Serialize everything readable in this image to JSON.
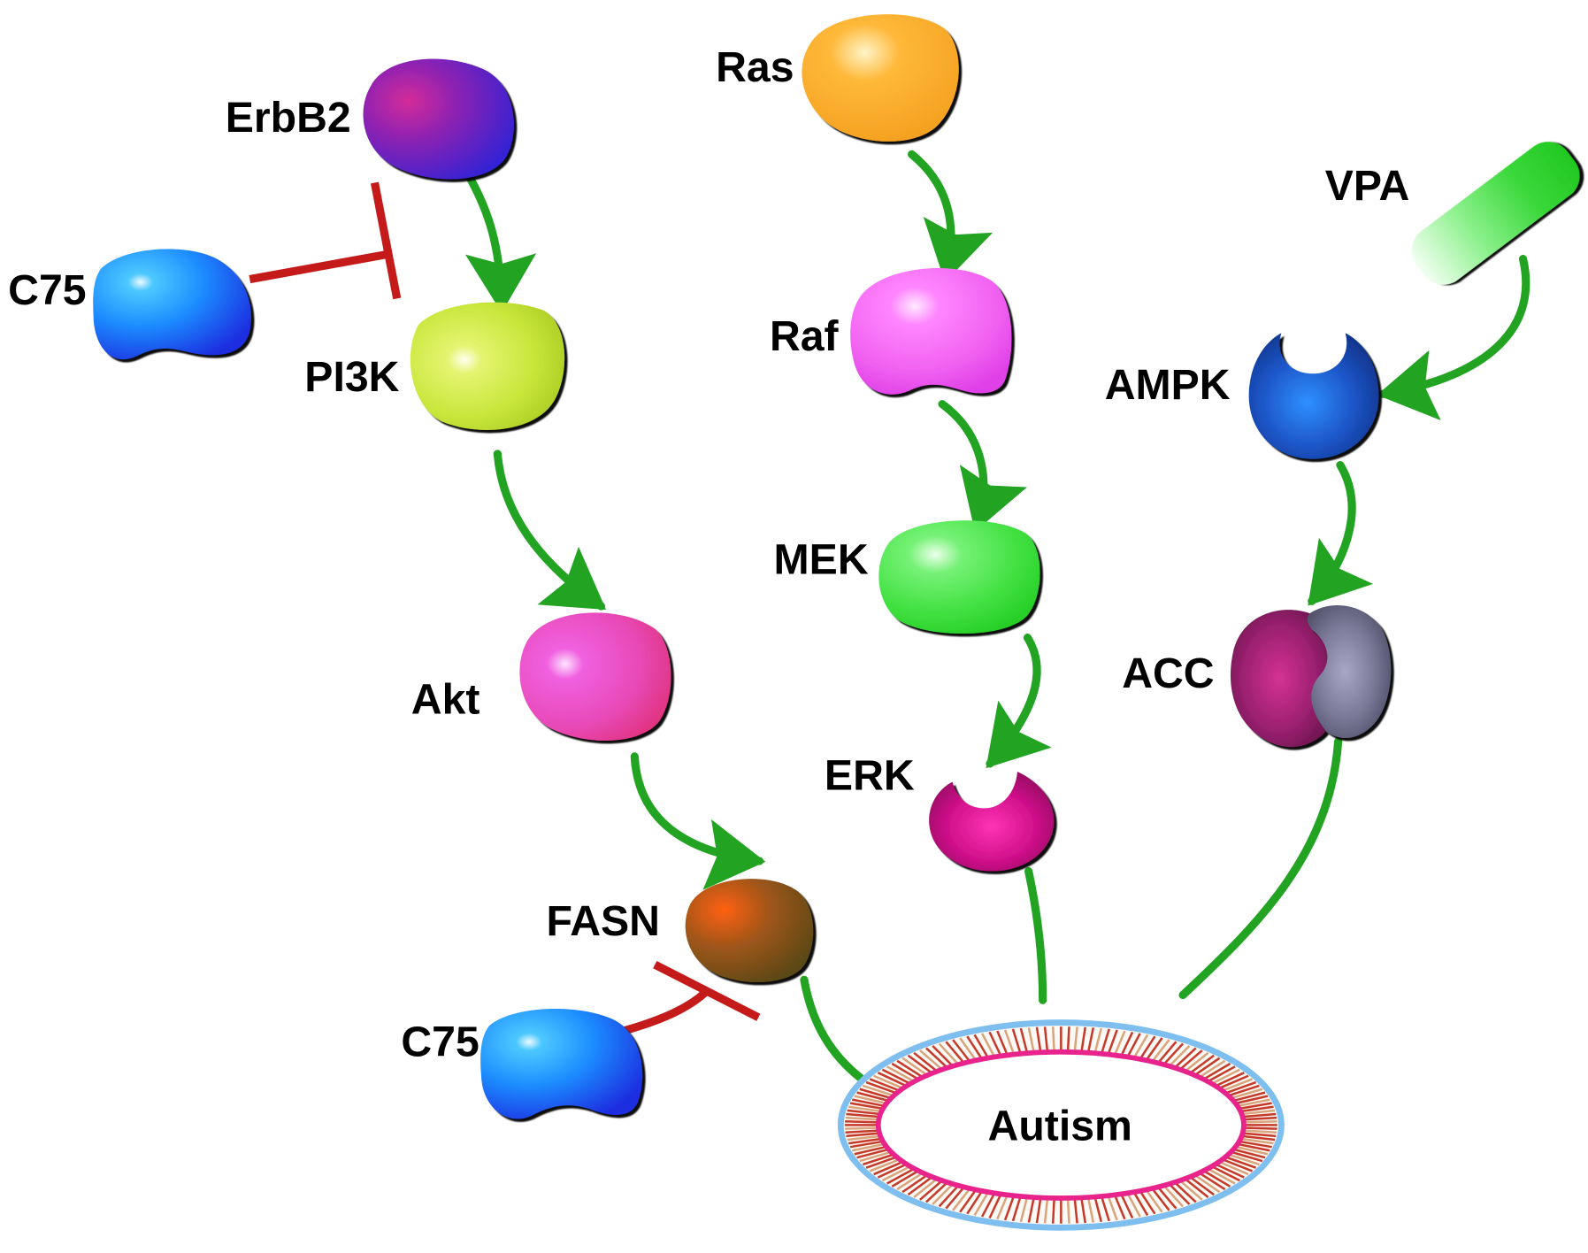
{
  "nodes": {
    "erbb2": {
      "label": "ErbB2",
      "color": "#8d22b2"
    },
    "ras": {
      "label": "Ras",
      "color": "#ffb838"
    },
    "c75_top": {
      "label": "C75",
      "color": "#1d8cff"
    },
    "pi3k": {
      "label": "PI3K",
      "color": "#c8e63a"
    },
    "vpa": {
      "label": "VPA",
      "color": "#3ad83a"
    },
    "raf": {
      "label": "Raf",
      "color": "#f060f0"
    },
    "ampk": {
      "label": "AMPK",
      "color": "#1d56c8"
    },
    "mek": {
      "label": "MEK",
      "color": "#40e040"
    },
    "akt": {
      "label": "Akt",
      "color": "#e84ab8"
    },
    "acc": {
      "label": "ACC",
      "color": "#9a2070",
      "color2": "#7a7a98"
    },
    "erk": {
      "label": "ERK",
      "color": "#d0108a"
    },
    "fasn": {
      "label": "FASN",
      "color": "#a0561a"
    },
    "c75_bottom": {
      "label": "C75",
      "color": "#1d8cff"
    }
  },
  "autism": {
    "label": "Autism",
    "outer_color": "#7fbff0",
    "inner_color": "#e8238c",
    "hatch_colors": [
      "#c63a2a",
      "#c63a2a",
      "#d8a47c"
    ]
  },
  "colors": {
    "activation": "#22a322",
    "inhibition": "#c41a1a"
  }
}
